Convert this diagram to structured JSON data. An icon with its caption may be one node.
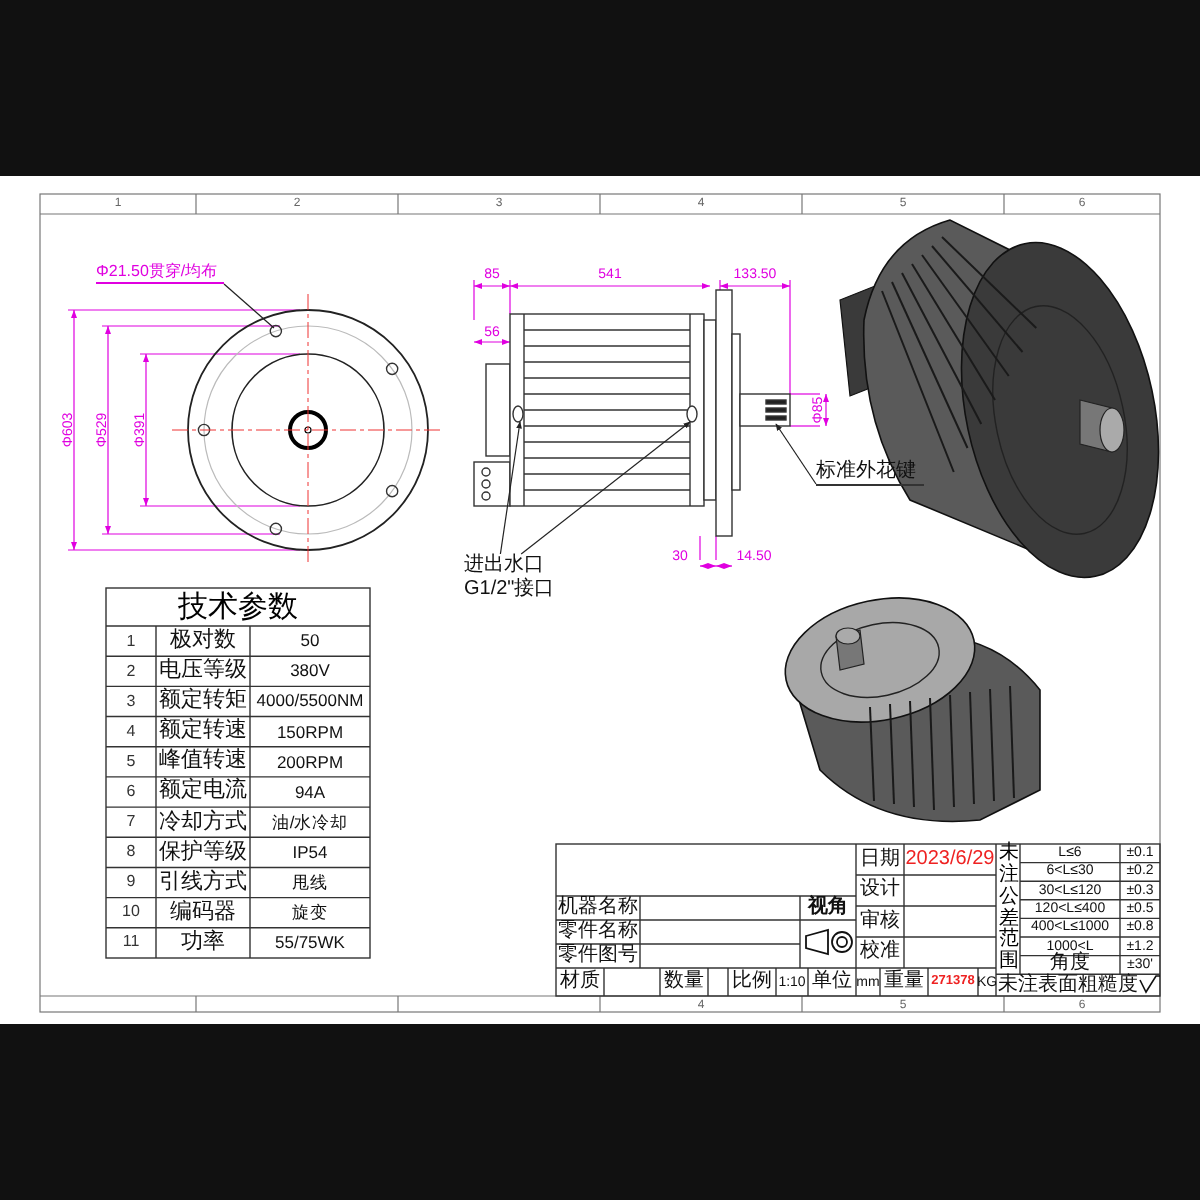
{
  "diagram": {
    "nodes": [
      {
        "text": [
          "Φ21.50贯穿/均布"
        ]
      },
      {
        "text": [
          "进出水口 G1/2\"接口"
        ]
      },
      {
        "text": [
          "标准外花键"
        ]
      }
    ],
    "edges": [
      {
        "from": 0,
        "to": null,
        "arrow": "none"
      },
      {
        "from": 1,
        "to": null,
        "arrow": "to"
      },
      {
        "from": 1,
        "to": null,
        "arrow": "to"
      },
      {
        "from": 2,
        "to": null,
        "arrow": "to"
      }
    ],
    "labels": [
      "1",
      "2",
      "3",
      "4",
      "5",
      "6",
      "85",
      "541",
      "133.50",
      "Φ603",
      "Φ529",
      "Φ391",
      "56",
      "Φ85",
      "30",
      "14.50",
      "技术参数",
      "1",
      "极对数",
      "50",
      "2",
      "电压等级",
      "380V",
      "3",
      "额定转矩",
      "4000/5500NM",
      "4",
      "额定转速",
      "150RPM",
      "5",
      "峰值转速",
      "200RPM",
      "6",
      "额定电流",
      "94A",
      "7",
      "冷却方式",
      "油/水冷却",
      "8",
      "保护等级",
      "IP54",
      "9",
      "引线方式",
      "甩线",
      "10",
      "编码器",
      "旋变",
      "11",
      "功率",
      "55/75WK",
      "日期",
      "2023/6/29",
      "未注公差范围",
      "L≤6",
      "±0.1",
      "6<L≤30",
      "±0.2",
      "30<L≤120",
      "±0.3",
      "120<L≤400",
      "±0.5",
      "400<L≤1000",
      "±0.8",
      "1000<L",
      "±1.2",
      "角度",
      "±30'",
      "设计",
      "机器名称",
      "视角",
      "审核",
      "零件名称",
      "零件图号",
      "校准",
      "材质",
      "数量",
      "比例",
      "1:10",
      "单位",
      "mm",
      "重量",
      "271378",
      "KG",
      "未注表面粗糙度",
      "4",
      "5",
      "6"
    ]
  }
}
